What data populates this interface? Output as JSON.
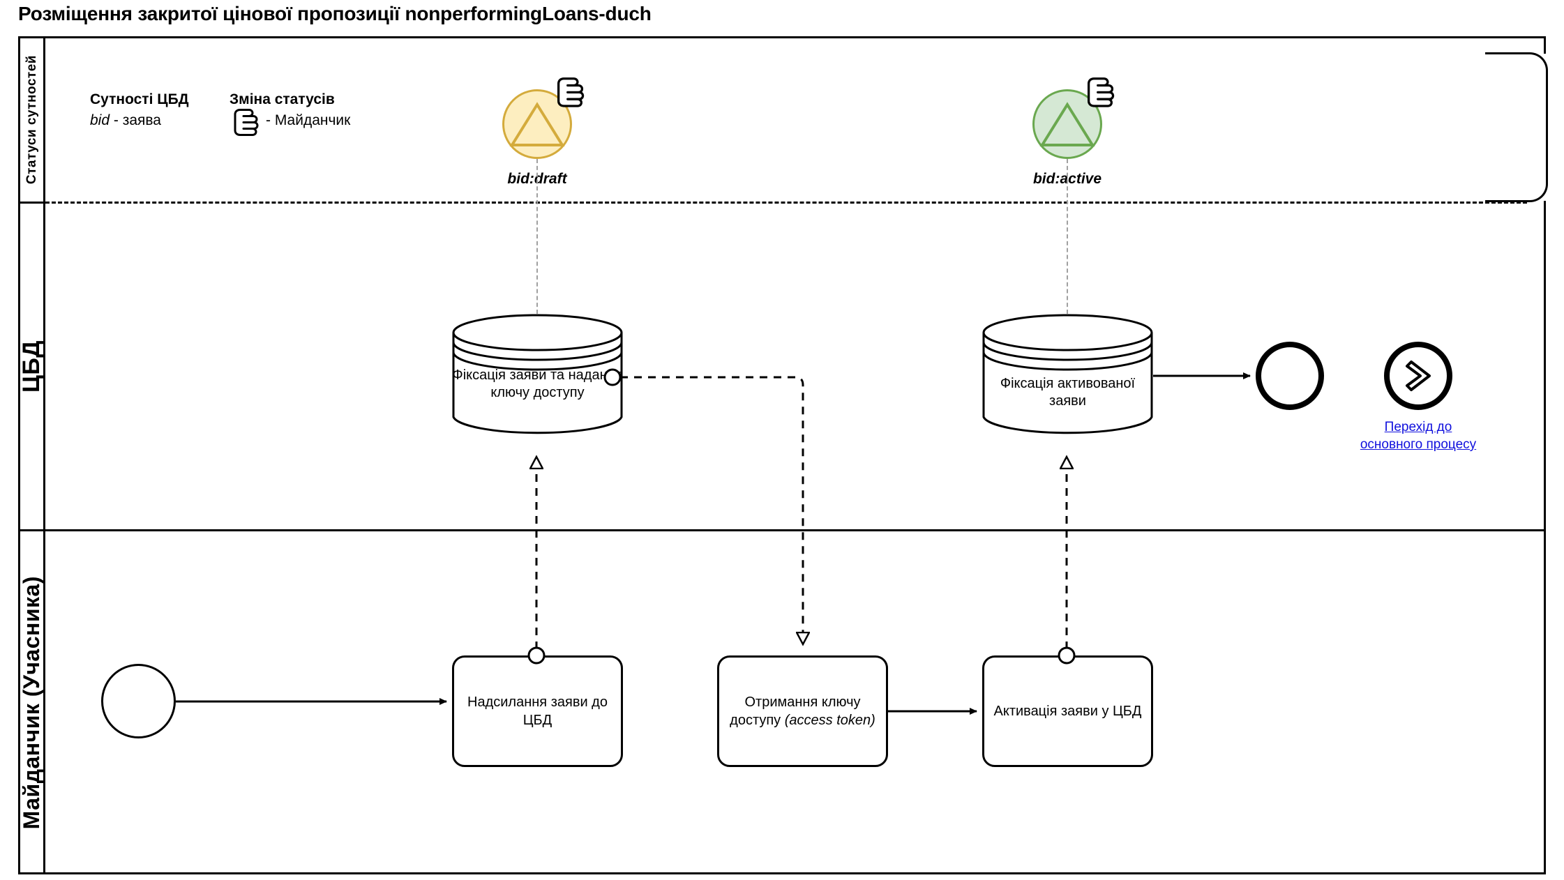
{
  "title": "Розміщення закритої цінової пропозиції nonperformingLoans-duch",
  "lanes": {
    "status": "Статуси сутностей",
    "cbd": "ЦБД",
    "platform": "Майданчик (Учасника)"
  },
  "legend": {
    "entities_title": "Сутності ЦБД",
    "entity_code": "bid",
    "entity_desc": " - заява",
    "status_change_title": "Зміна статусів",
    "hand_icon": "manual-task-hand-icon",
    "hand_legend_text": "- Майданчик"
  },
  "statuses": [
    {
      "name": "bid:draft",
      "fill": "#fdeec0",
      "stroke": "#d4ab3c"
    },
    {
      "name": "bid:active",
      "fill": "#d5e8d4",
      "stroke": "#6aa84f"
    }
  ],
  "datastores": [
    {
      "label": "Фіксація заяви та надання ключу доступу"
    },
    {
      "label": "Фіксація активованої заяви"
    }
  ],
  "tasks": [
    {
      "label_main": "Надсилання заяви до ЦБД",
      "label_em": ""
    },
    {
      "label_main": "Отримання ключу доступу ",
      "label_em": "(access token)"
    },
    {
      "label_main": "Активація заяви у ЦБД",
      "label_em": ""
    }
  ],
  "events": {
    "start": "start-event",
    "end": "end-event",
    "link": "link-event",
    "link_label_line1": "Перехід до ",
    "link_label_line2": "основного процесу"
  },
  "colors": {
    "line": "#000000",
    "status_dash": "#a0a0a0",
    "link_text": "#1010dd"
  }
}
